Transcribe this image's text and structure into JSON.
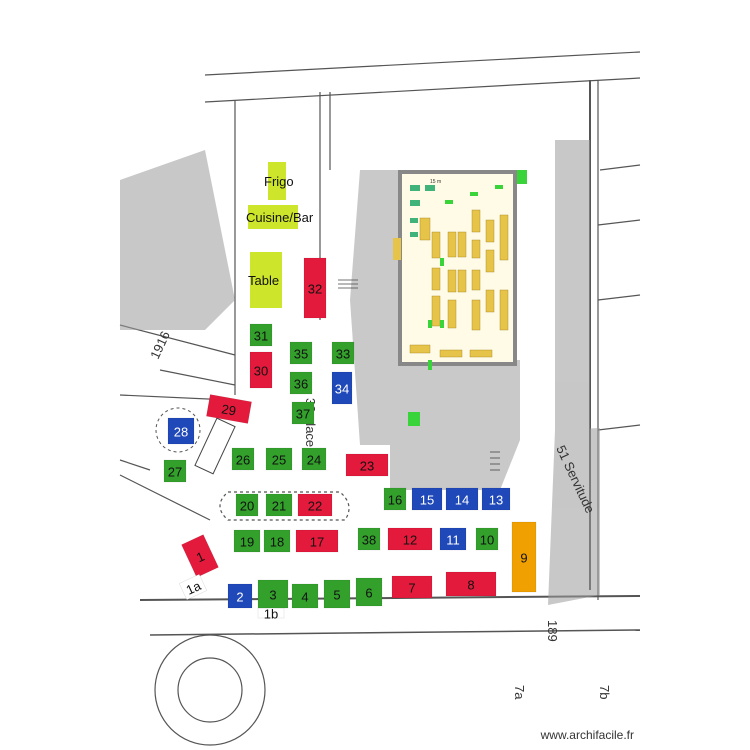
{
  "colors": {
    "green": "#33a02c",
    "red": "#e31a3c",
    "blue": "#1f48b8",
    "orange": "#f0a000",
    "lime": "#cde52a",
    "gravel": "#c9c9c9"
  },
  "areas": [
    {
      "id": "frigo",
      "label": "Frigo"
    },
    {
      "id": "cuisine",
      "label": "Cuisine/Bar"
    },
    {
      "id": "table",
      "label": "Table"
    }
  ],
  "stalls": [
    {
      "label": "1",
      "color": "red"
    },
    {
      "label": "1a",
      "color": "white"
    },
    {
      "label": "1b",
      "color": "white"
    },
    {
      "label": "2",
      "color": "blue"
    },
    {
      "label": "3",
      "color": "green"
    },
    {
      "label": "4",
      "color": "green"
    },
    {
      "label": "5",
      "color": "green"
    },
    {
      "label": "6",
      "color": "green"
    },
    {
      "label": "7",
      "color": "red"
    },
    {
      "label": "8",
      "color": "red"
    },
    {
      "label": "9",
      "color": "orange"
    },
    {
      "label": "10",
      "color": "green"
    },
    {
      "label": "11",
      "color": "blue"
    },
    {
      "label": "12",
      "color": "red"
    },
    {
      "label": "13",
      "color": "blue"
    },
    {
      "label": "14",
      "color": "blue"
    },
    {
      "label": "15",
      "color": "blue"
    },
    {
      "label": "16",
      "color": "green"
    },
    {
      "label": "17",
      "color": "red"
    },
    {
      "label": "18",
      "color": "green"
    },
    {
      "label": "19",
      "color": "green"
    },
    {
      "label": "20",
      "color": "green"
    },
    {
      "label": "21",
      "color": "green"
    },
    {
      "label": "22",
      "color": "red"
    },
    {
      "label": "23",
      "color": "red"
    },
    {
      "label": "24",
      "color": "green"
    },
    {
      "label": "25",
      "color": "green"
    },
    {
      "label": "26",
      "color": "green"
    },
    {
      "label": "27",
      "color": "green"
    },
    {
      "label": "28",
      "color": "blue"
    },
    {
      "label": "29",
      "color": "red"
    },
    {
      "label": "30",
      "color": "red"
    },
    {
      "label": "31",
      "color": "green"
    },
    {
      "label": "32",
      "color": "red"
    },
    {
      "label": "33",
      "color": "green"
    },
    {
      "label": "34",
      "color": "blue"
    },
    {
      "label": "35",
      "color": "green"
    },
    {
      "label": "36",
      "color": "green"
    },
    {
      "label": "37",
      "color": "green"
    },
    {
      "label": "38",
      "color": "green"
    }
  ],
  "map_text": [
    {
      "id": "parcel-1916",
      "text": "1916"
    },
    {
      "id": "street-servitude",
      "text": "51 Servitude"
    },
    {
      "id": "place-label",
      "text": "32 place"
    },
    {
      "id": "parcel-189",
      "text": "189"
    },
    {
      "id": "parcel-7a",
      "text": "7a"
    },
    {
      "id": "parcel-7b",
      "text": "7b"
    },
    {
      "id": "hall-width",
      "text": "15 m"
    }
  ],
  "watermark": "www.archifacile.fr"
}
